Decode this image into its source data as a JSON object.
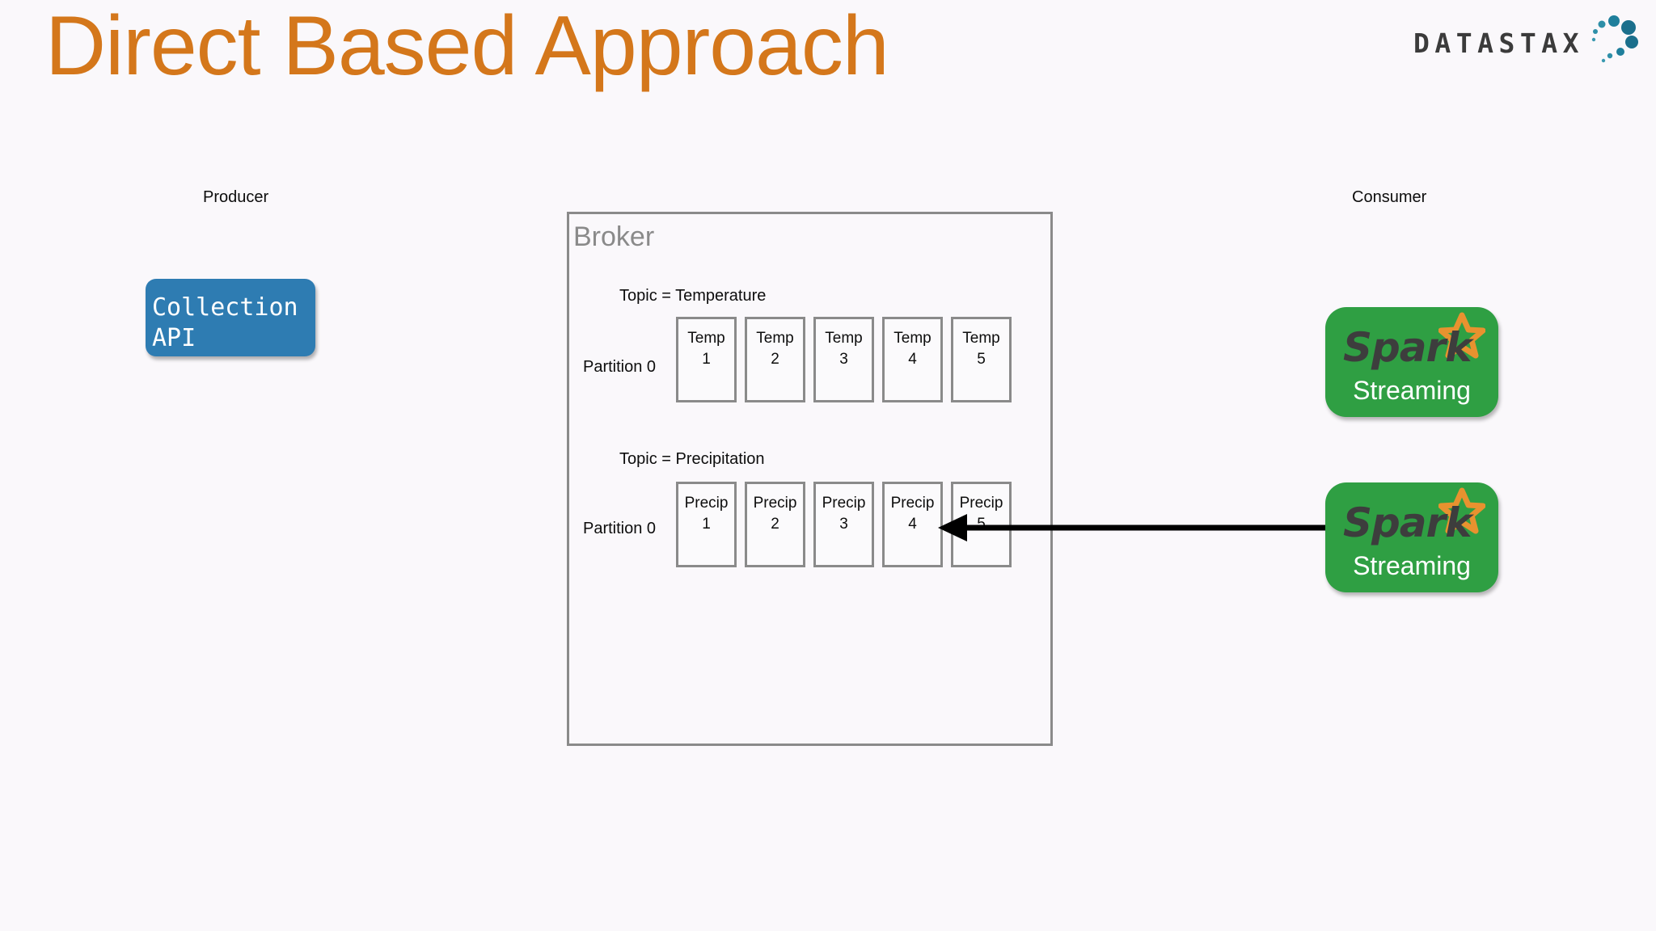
{
  "slide": {
    "title": "Direct Based Approach",
    "title_color": "#d4771b",
    "background_color": "#faf8fb"
  },
  "logo": {
    "name": "datastax-logo",
    "wordmark": "DATASTAX",
    "wordmark_color": "#3b3b3b",
    "dot_color": "#1f7f9c"
  },
  "producer": {
    "caption": "Producer",
    "box": {
      "line1": "Collection",
      "line2": "API",
      "fill": "#2e7cb2",
      "text_color": "#ffffff"
    }
  },
  "broker": {
    "label": "Broker",
    "label_color": "#8a8a8a",
    "border_color": "#8a8a8a",
    "topics": [
      {
        "label": "Topic = Temperature",
        "partition_label": "Partition 0",
        "messages": [
          {
            "name": "Temp",
            "index": "1"
          },
          {
            "name": "Temp",
            "index": "2"
          },
          {
            "name": "Temp",
            "index": "3"
          },
          {
            "name": "Temp",
            "index": "4"
          },
          {
            "name": "Temp",
            "index": "5"
          }
        ]
      },
      {
        "label": "Topic = Precipitation",
        "partition_label": "Partition 0",
        "messages": [
          {
            "name": "Precip",
            "index": "1"
          },
          {
            "name": "Precip",
            "index": "2"
          },
          {
            "name": "Precip",
            "index": "3"
          },
          {
            "name": "Precip",
            "index": "4"
          },
          {
            "name": "Precip",
            "index": "5"
          }
        ]
      }
    ]
  },
  "consumer": {
    "caption": "Consumer",
    "nodes": [
      {
        "word": "Spark",
        "subtitle": "Streaming",
        "fill": "#2f9f43",
        "word_color": "#3d3d3d",
        "subtitle_color": "#ffffff",
        "star_color": "#e8922f"
      },
      {
        "word": "Spark",
        "subtitle": "Streaming",
        "fill": "#2f9f43",
        "word_color": "#3d3d3d",
        "subtitle_color": "#ffffff",
        "star_color": "#e8922f"
      }
    ]
  },
  "connector": {
    "name": "consumer-to-precip-arrow",
    "direction": "right-to-left",
    "color": "#000000"
  }
}
